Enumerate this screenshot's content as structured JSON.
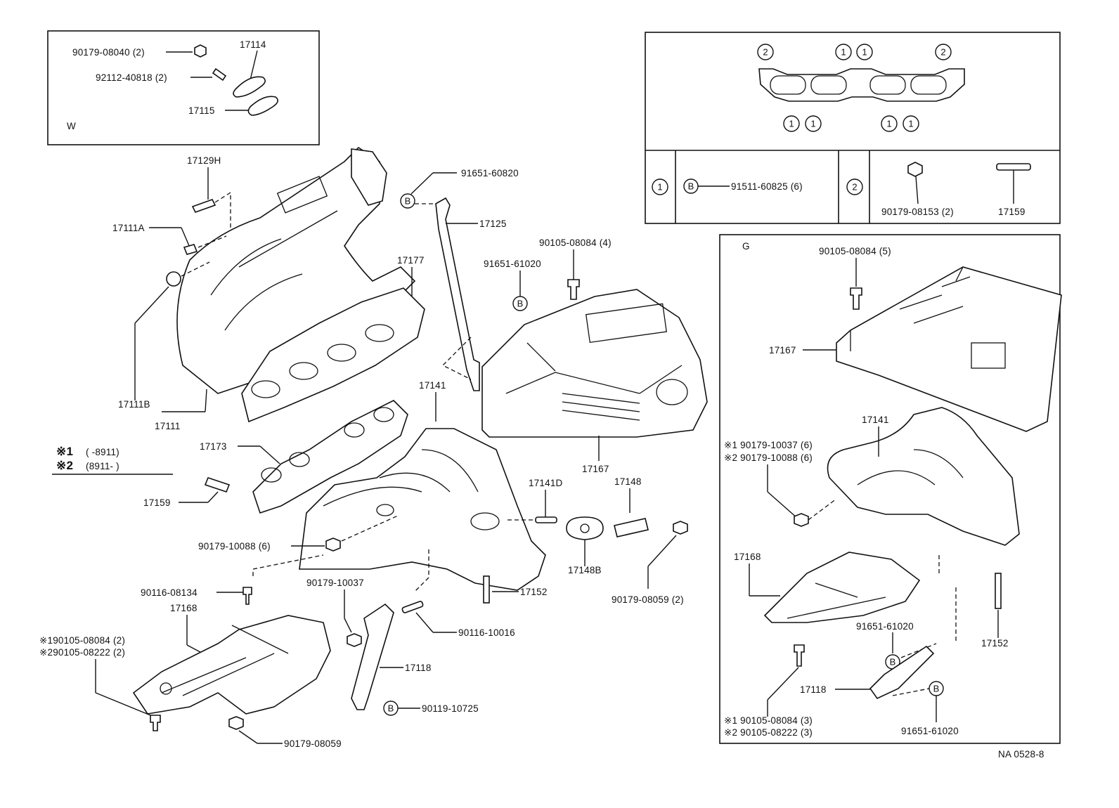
{
  "inset_w": {
    "tag": "W",
    "labels": [
      "90179-08040 (2)",
      "92112-40818 (2)",
      "17114",
      "17115"
    ]
  },
  "inset_gasket": {
    "callouts": [
      "2",
      "1",
      "1",
      "2",
      "1",
      "1",
      "1",
      "1"
    ],
    "legend_1": {
      "num": "1",
      "mark": "B",
      "part": "91511-60825 (6)"
    },
    "legend_2": {
      "num": "2",
      "part_nut": "90179-08153 (2)",
      "part_stud": "17159"
    }
  },
  "inset_g": {
    "tag": "G",
    "labels": {
      "bolt_top": "90105-08084 (5)",
      "cover": "17167",
      "manifold": "17141",
      "nut1": "※1 90179-10037 (6)",
      "nut2": "※2 90179-10088 (6)",
      "heat_insulator": "17168",
      "bolt_b": "91651-61020",
      "mark_b1": "B",
      "stud": "17152",
      "stay": "17118",
      "mark_b2": "B",
      "bolt_b2": "91651-61020",
      "bolt1": "※1 90105-08084 (3)",
      "bolt2": "※2 90105-08222 (3)"
    }
  },
  "main": {
    "labels": {
      "stud_17129h": "17129H",
      "plug_17111a": "17111A",
      "gasket_17177": "17177",
      "ring_17111b": "17111B",
      "manifold_17111": "17111",
      "bolt_91651_60820": "91651-60820",
      "mark_b_top": "B",
      "stay_17125": "17125",
      "bolt_90105_08084": "90105-08084 (4)",
      "bolt_91651_61020": "91651-61020",
      "mark_b_mid": "B",
      "exhaust_17141": "17141",
      "cover_17167": "17167",
      "gasket_17173": "17173",
      "stud_17159": "17159",
      "nut_90179_10088": "90179-10088 (6)",
      "stud_17141d": "17141D",
      "gasket_17148": "17148",
      "gasket_17148b": "17148B",
      "nut_90179_08059_2": "90179-08059 (2)",
      "stud_17152": "17152",
      "bolt_90116_08134": "90116-08134",
      "insulator_17168": "17168",
      "nut_90179_10037": "90179-10037",
      "stud_90116_10016": "90116-10016",
      "bolt1": "※190105-08084 (2)",
      "bolt2": "※290105-08222 (2)",
      "stay_17118": "17118",
      "mark_b_bot": "B",
      "bolt_90119_10725": "90119-10725",
      "nut_90179_08059": "90179-08059"
    },
    "range_note": {
      "m1": "※1",
      "r1": "(        -8911)",
      "m2": "※2",
      "r2": "(8911-          )"
    }
  },
  "footer": {
    "code": "NA 0528-8"
  }
}
